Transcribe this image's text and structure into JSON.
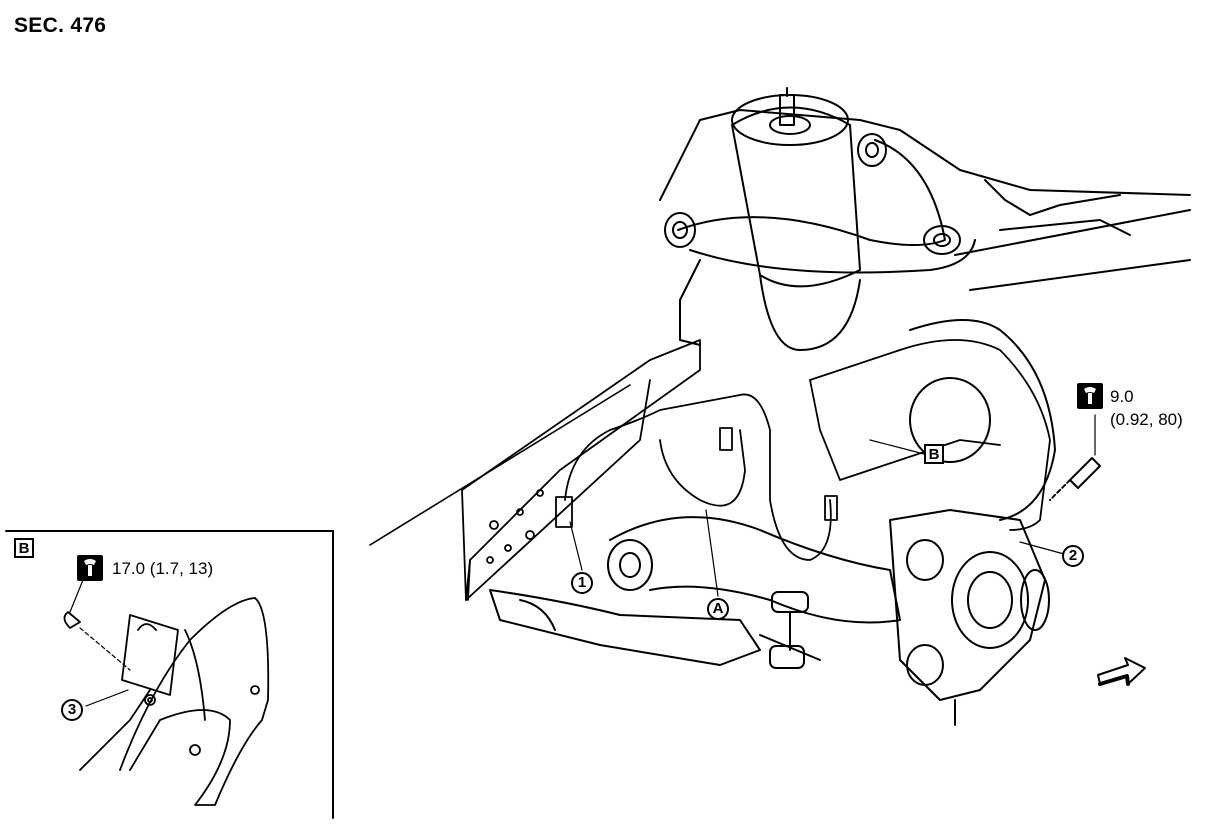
{
  "section": "SEC. 476",
  "callouts": {
    "c1": "1",
    "c2": "2",
    "c3": "3",
    "a": "A",
    "b_main": "B",
    "b_inset": "B"
  },
  "torque": {
    "main_value": "9.0",
    "main_units": "(0.92, 80)",
    "inset_value": "17.0 (1.7, 13)"
  },
  "icons": [
    "torque-wrench-icon",
    "front-direction-arrow-icon"
  ]
}
